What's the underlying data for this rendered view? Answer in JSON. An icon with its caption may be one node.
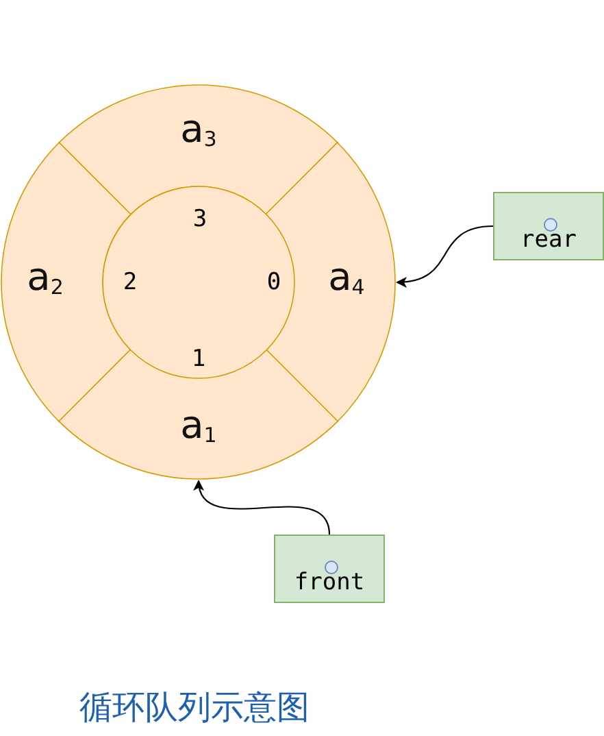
{
  "diagram": {
    "caption": "循环队列示意图",
    "nodes": [
      {
        "text": [
          "a$_{3}$"
        ]
      },
      {
        "text": [
          "a$_{2}$"
        ]
      },
      {
        "text": [
          "a$_{4}$"
        ]
      },
      {
        "text": [
          "a$_{1}$"
        ]
      },
      {
        "text": [
          "rear"
        ]
      },
      {
        "text": [
          "front"
        ]
      }
    ],
    "edges": [
      {
        "from": 4,
        "to": 2,
        "arrow": "to"
      },
      {
        "from": 5,
        "to": 3,
        "arrow": "to"
      }
    ],
    "labels": [
      "3",
      "2",
      "0",
      "1"
    ]
  }
}
